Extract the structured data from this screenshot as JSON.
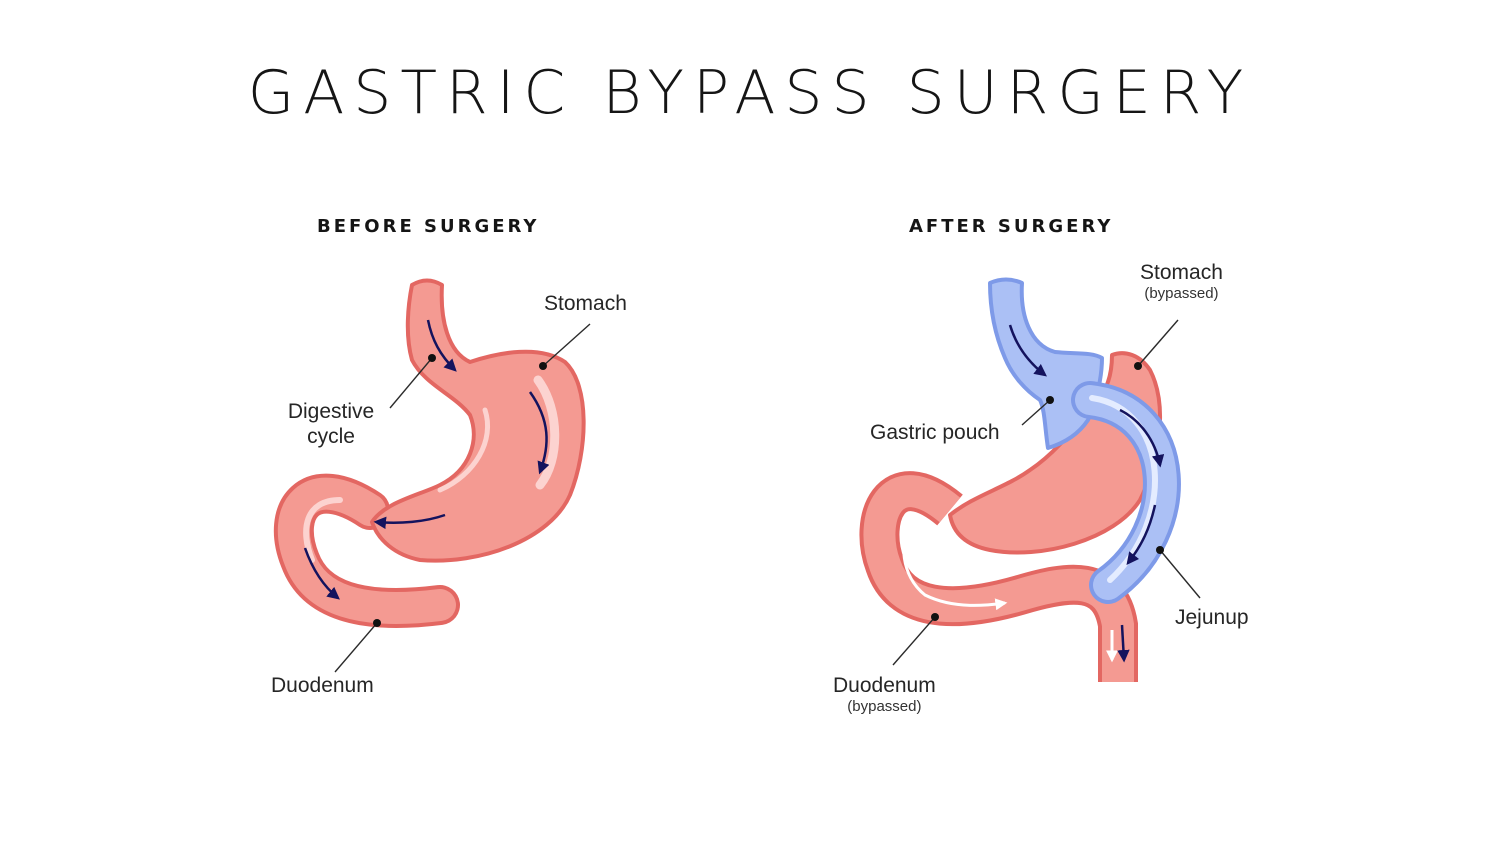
{
  "header": {
    "title": "GASTRIC BYPASS SURGERY"
  },
  "panels": {
    "before": {
      "title": "BEFORE SURGERY",
      "labels": {
        "stomach": "Stomach",
        "digestive_line1": "Digestive",
        "digestive_line2": "cycle",
        "duodenum": "Duodenum"
      }
    },
    "after": {
      "title": "AFTER SURGERY",
      "labels": {
        "stomach": "Stomach",
        "stomach_note": "(bypassed)",
        "gastric_pouch": "Gastric pouch",
        "jejunup": "Jejunup",
        "duodenum": "Duodenum",
        "duodenum_note": "(bypassed)"
      }
    }
  },
  "colors": {
    "tissue_fill": "#f49a92",
    "tissue_outline": "#e36762",
    "tissue_highlight": "#fcd3d0",
    "pouch_fill": "#abc0f5",
    "pouch_outline": "#7e9ae8",
    "pouch_highlight": "#e4ecff",
    "arrow": "#14135e",
    "leader": "#2b2b2b"
  }
}
